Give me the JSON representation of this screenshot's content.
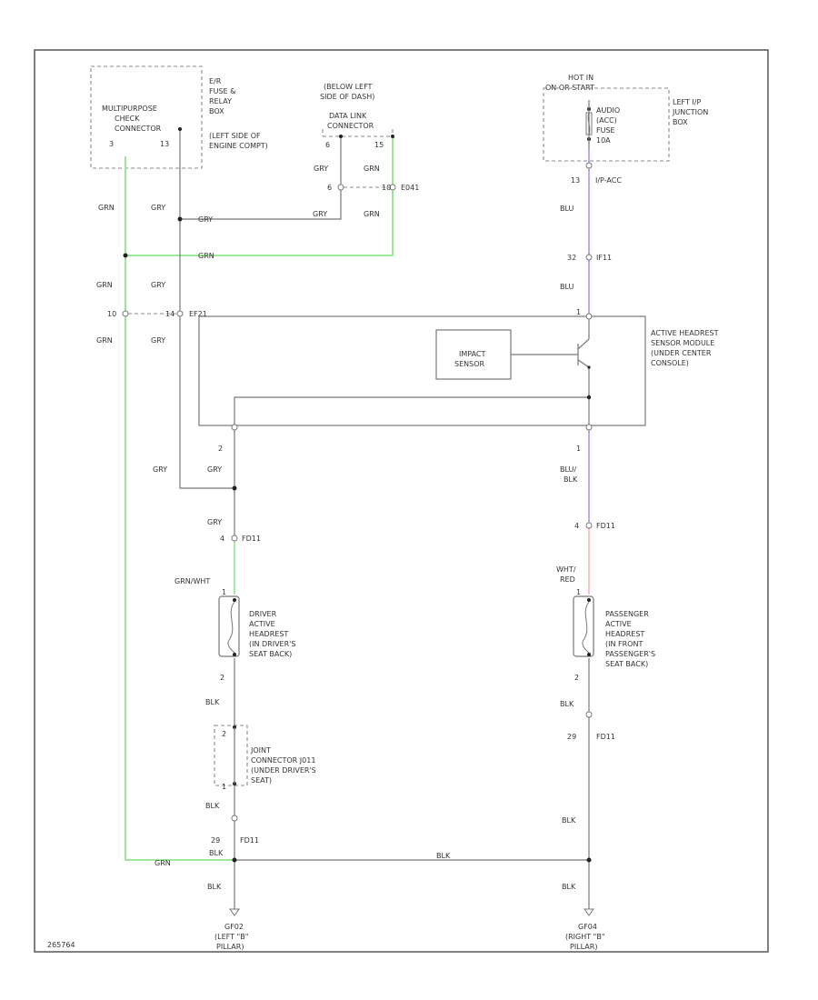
{
  "colors": {
    "wire_grn": "#8ee68e",
    "wire_blu": "#a8a8ff",
    "wire_red": "#ffb0b8",
    "wire_default": "#777777"
  },
  "components": {
    "multipurpose_check_connector": [
      "MULTIPURPOSE",
      "CHECK",
      "CONNECTOR"
    ],
    "multipurpose_pins": [
      "3",
      "13"
    ],
    "engine_fuse_box": [
      "E/R",
      "FUSE &",
      "RELAY",
      "BOX",
      "(LEFT SIDE OF",
      "ENGINE COMPT)"
    ],
    "data_link_location": [
      "(BELOW LEFT",
      "SIDE OF DASH)"
    ],
    "data_link_connector": [
      "DATA LINK",
      "CONNECTOR"
    ],
    "data_link_pins": [
      "6",
      "15"
    ],
    "hot_in_start": [
      "HOT IN",
      "ON OR START"
    ],
    "audio_fuse": [
      "AUDIO",
      "(ACC)",
      "FUSE",
      "10A"
    ],
    "junction_box": [
      "LEFT I/P",
      "JUNCTION",
      "BOX"
    ],
    "module": [
      "ACTIVE HEADREST",
      "SENSOR MODULE",
      "(UNDER CENTER",
      "CONSOLE)"
    ],
    "impact_sensor": [
      "IMPACT",
      "SENSOR"
    ],
    "driver_headrest": [
      "DRIVER",
      "ACTIVE",
      "HEADREST",
      "(IN DRIVER'S",
      "SEAT BACK)"
    ],
    "passenger_headrest": [
      "PASSENGER",
      "ACTIVE",
      "HEADREST",
      "(IN FRONT",
      "PASSENGER'S",
      "SEAT BACK)"
    ],
    "joint_connector": [
      "JOINT",
      "CONNECTOR J011",
      "(UNDER DRIVER'S",
      "SEAT)"
    ],
    "ground_left": [
      "GF02",
      "(LEFT \"B\"",
      "PILLAR)"
    ],
    "ground_right": [
      "GF04",
      "(RIGHT \"B\"",
      "PILLAR)"
    ]
  },
  "wire_labels": {
    "grn_1": "GRN",
    "grn_2": "GRN",
    "grn_3": "GRN",
    "grn_4": "GRN",
    "grn_5": "GRN",
    "grn_6": "GRN",
    "grn_7": "GRN",
    "gry_1": "GRY",
    "gry_2": "GRY",
    "gry_3": "GRY",
    "gry_4": "GRY",
    "gry_5": "GRY",
    "gry_6": "GRY",
    "gry_7": "GRY",
    "gry_8": "GRY",
    "gry_9": "GRY",
    "blu_1": "BLU",
    "blu_2": "BLU",
    "blu_blk": [
      "BLU/",
      "BLK"
    ],
    "wht_red": [
      "WHT/",
      "RED"
    ],
    "grn_wht": "GRN/WHT",
    "blk_1": "BLK",
    "blk_2": "BLK",
    "blk_3": "BLK",
    "blk_4": "BLK",
    "blk_5": "BLK",
    "blk_6": "BLK",
    "blk_7": "BLK",
    "blk_8": "BLK"
  },
  "connector_labels": {
    "c_10_left": "10",
    "c_14_left": "14",
    "c_ef21": "EF21",
    "c_6": "6",
    "c_10": "10",
    "c_e041": "E041",
    "c_13": "13",
    "c_ipacc": "I/P-ACC",
    "c_32": "32",
    "c_if11": "IF11",
    "c_mod_top": "1",
    "c_2_left": "2",
    "c_1_right": "1",
    "c_4_left": "4",
    "c_fd11_left": "FD11",
    "c_4_right": "4",
    "c_fd11_right": "FD11",
    "c_1_drv": "1",
    "c_2_drv": "2",
    "c_1_pas": "1",
    "c_2_pas": "2",
    "c_2_j": "2",
    "c_1_j": "1",
    "c_29_right": "29",
    "c_fd11_r2": "FD11",
    "c_29_left": "29",
    "c_fd11_l2": "FD11"
  },
  "footer_code": "265764"
}
